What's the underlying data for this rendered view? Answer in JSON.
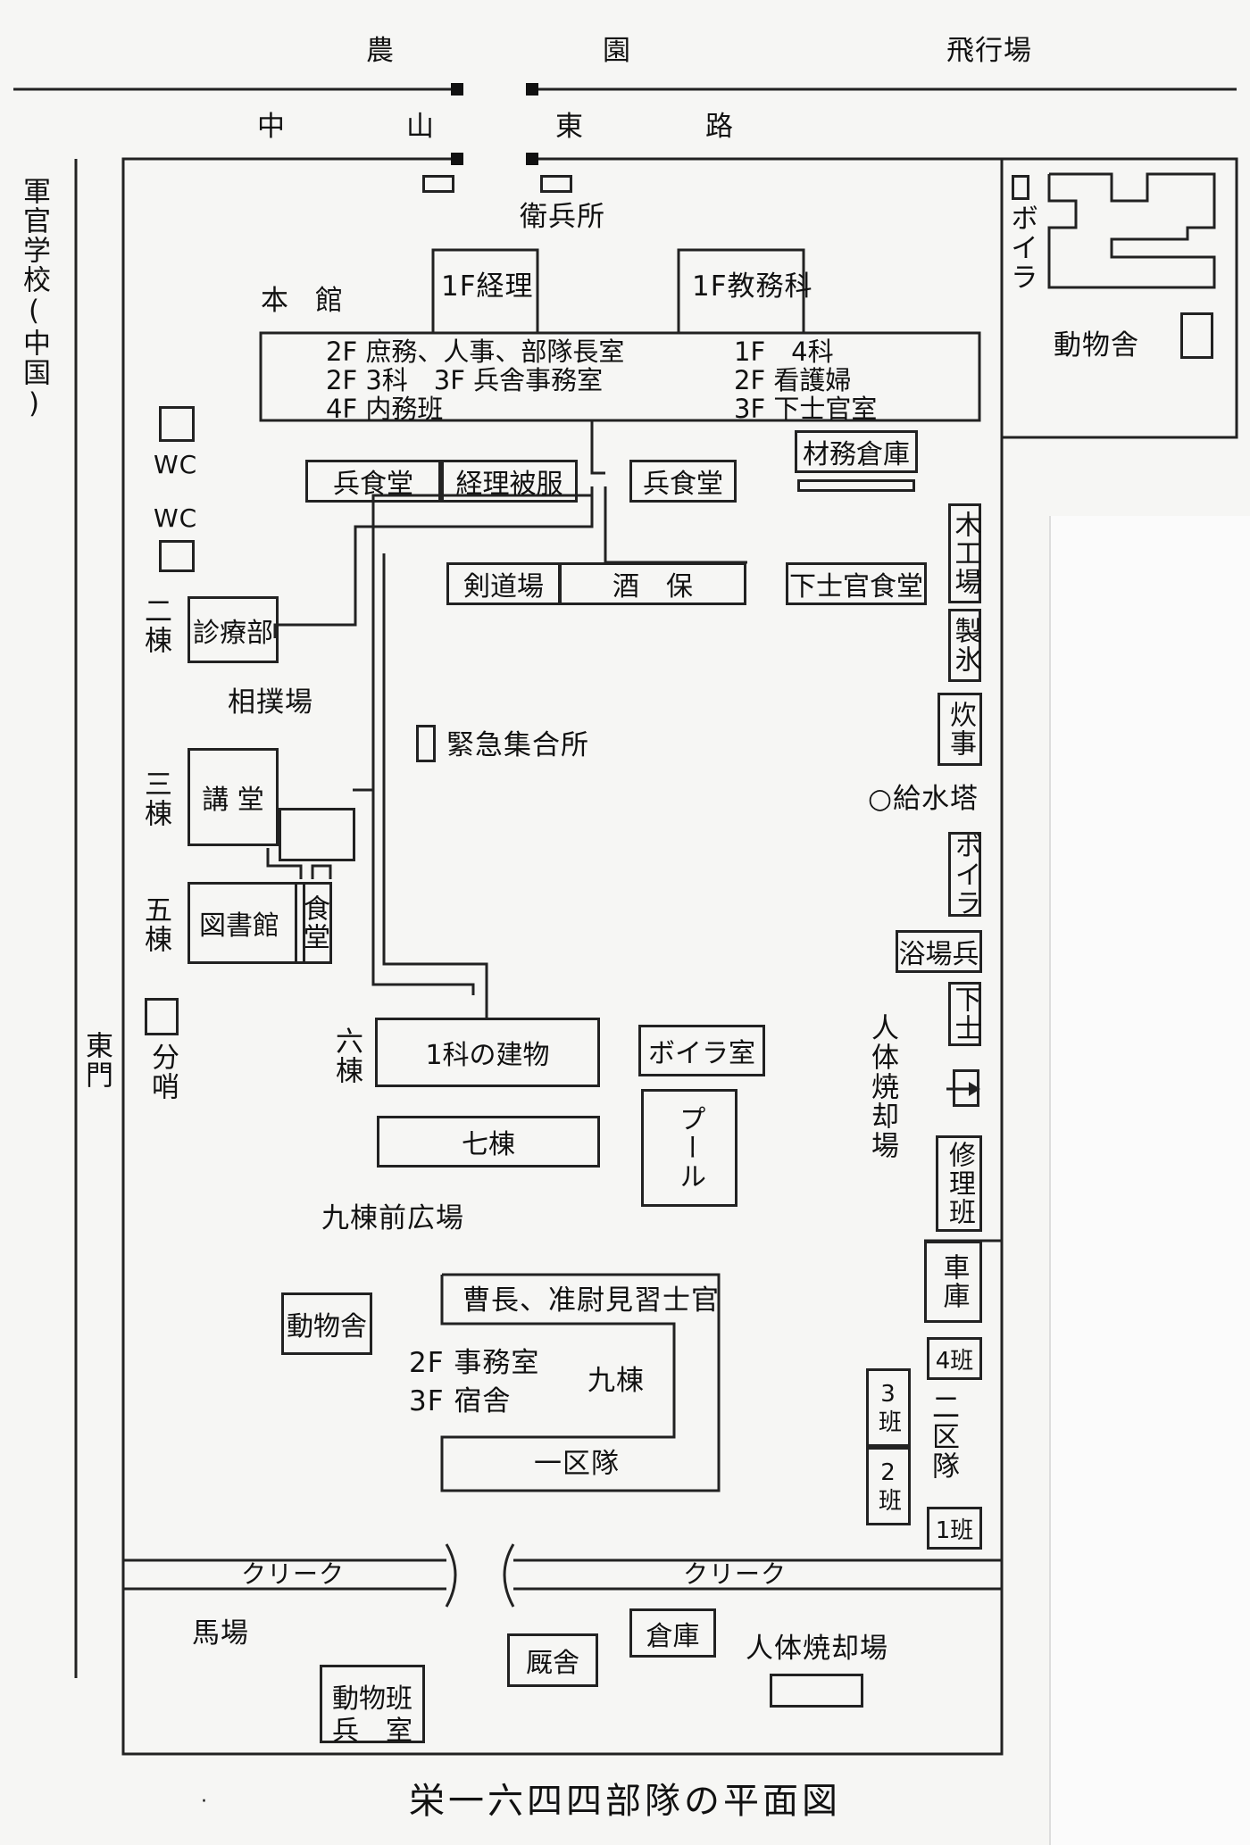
{
  "title": "栄一六四四部隊の平面図",
  "outside": {
    "top_left": "農",
    "top_mid": "園",
    "top_right": "飛行場",
    "road_1": "中",
    "road_2": "山",
    "road_3": "東",
    "road_4": "路",
    "left_side": "軍官学校(中国)",
    "boiler_ne": "ボイラ",
    "animal_ne": "動物舎"
  },
  "labels": {
    "guard": "衛兵所",
    "honkan": "本館",
    "f1_keiri": "1F経理",
    "f1_kyomu": "1F教務科",
    "hk_l1": "2F 庶務、人事、部隊長室",
    "hk_l2": "2F 3科　3F 兵舎事務室",
    "hk_l3": "4F 内務班",
    "hk_r1": "1F　4科",
    "hk_r2": "2F 看護婦",
    "hk_r3": "3F 下士官室",
    "wc1": "WC",
    "wc2": "WC",
    "heishokudo1": "兵食堂",
    "keiri_hifuku": "経理被服",
    "heishokudo2": "兵食堂",
    "zaimu": "材務倉庫",
    "kendo": "剣道場",
    "shuho": "酒　保",
    "kashikan": "下士官食堂",
    "mokko": "木工場",
    "seihyo": "製氷",
    "suiji": "炊事",
    "kyusui": "○給水塔",
    "boiler2": "ボイラ",
    "yokujo": "浴場兵",
    "kashi": "下士",
    "jintai1": "人体焼却場",
    "shuri": "修理班",
    "shako": "車庫",
    "han4": "4班",
    "han3": "3班",
    "han2": "2班",
    "han1": "1班",
    "niku": "二区隊",
    "nito": "二棟",
    "shinryo": "診療部",
    "sumo": "相撲場",
    "kinkyu": "緊急集合所",
    "santo": "三棟",
    "kodo": "講 堂",
    "goto": "五棟",
    "toshokan": "図書館",
    "shokudo": "食堂",
    "higashimon": "東門",
    "bunsho": "分哨",
    "rokuto": "六棟",
    "ichika": "1科の建物",
    "boilershitsu": "ボイラ室",
    "pool": "プール",
    "nanato": "七棟",
    "kyuto_hiroba": "九棟前広場",
    "dobutsusha2": "動物舎",
    "socho": "曹長、准尉見習士官",
    "jimu": "2F 事務室",
    "shukusha": "3F 宿舎",
    "kyuto": "九棟",
    "ikutai": "一区隊",
    "creek1": "クリーク",
    "creek2": "クリーク",
    "baba": "馬場",
    "kyusha": "厩舎",
    "soko": "倉庫",
    "jintai2": "人体焼却場",
    "dobutsuhan": "動物班",
    "heishitsu": "兵　室"
  }
}
